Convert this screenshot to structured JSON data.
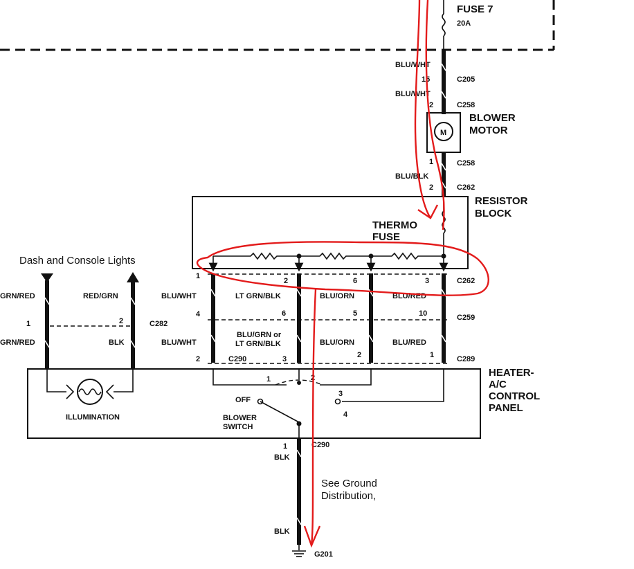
{
  "fuse": {
    "name": "FUSE 7",
    "rating": "20A"
  },
  "feed": {
    "wire1": "BLU/WHT",
    "pin1": "15",
    "conn1": "C205",
    "wire2": "BLU/WHT",
    "pin2": "2",
    "conn2": "C258"
  },
  "blower_motor": {
    "label_line1": "BLOWER",
    "label_line2": "MOTOR",
    "symbol": "M",
    "pin_out": "1",
    "conn_out": "C258",
    "wire_out": "BLU/BLK",
    "pin_in": "2",
    "conn_in": "C262"
  },
  "resistor_block": {
    "label_line1": "RESISTOR",
    "label_line2": "BLOCK",
    "fuse_line1": "THERMO",
    "fuse_line2": "FUSE"
  },
  "lights": {
    "title": "Dash and Console Lights",
    "left_wire_top": "GRN/RED",
    "right_wire_top": "RED/GRN",
    "pin_left": "1",
    "pin_right": "2",
    "conn": "C282",
    "left_wire_bottom": "GRN/RED",
    "right_wire_bottom": "BLK",
    "illumination": "ILLUMINATION"
  },
  "columns": [
    {
      "pin_c262": "1",
      "wire_top": "BLU/WHT",
      "pin_c259": "4",
      "wire_bottom": "BLU/WHT",
      "pin_c290": "2"
    },
    {
      "pin_c262": "2",
      "wire_top": "LT GRN/BLK",
      "pin_c259": "6",
      "wire_bottom_1": "BLU/GRN or",
      "wire_bottom_2": "LT GRN/BLK",
      "pin_c290": "3"
    },
    {
      "pin_c262": "6",
      "wire_top": "BLU/ORN",
      "pin_c259": "5",
      "wire_bottom": "BLU/ORN",
      "pin_c289": "2"
    },
    {
      "pin_c262": "3",
      "wire_top": "BLU/RED",
      "pin_c259": "10",
      "wire_bottom": "BLU/RED",
      "pin_c289": "1"
    }
  ],
  "connectors": {
    "c262": "C262",
    "c259": "C259",
    "c290": "C290",
    "c289": "C289"
  },
  "control_panel": {
    "line1": "HEATER-",
    "line2": "A/C",
    "line3": "CONTROL",
    "line4": "PANEL"
  },
  "switch": {
    "off": "OFF",
    "label_line1": "BLOWER",
    "label_line2": "SWITCH",
    "pos1": "1",
    "pos2": "2",
    "pos3": "3",
    "pos4": "4"
  },
  "ground": {
    "pin": "1",
    "conn": "C290",
    "wire1": "BLK",
    "note_line1": "See Ground",
    "note_line2": "Distribution,",
    "wire2": "BLK",
    "ground_name": "G201"
  }
}
